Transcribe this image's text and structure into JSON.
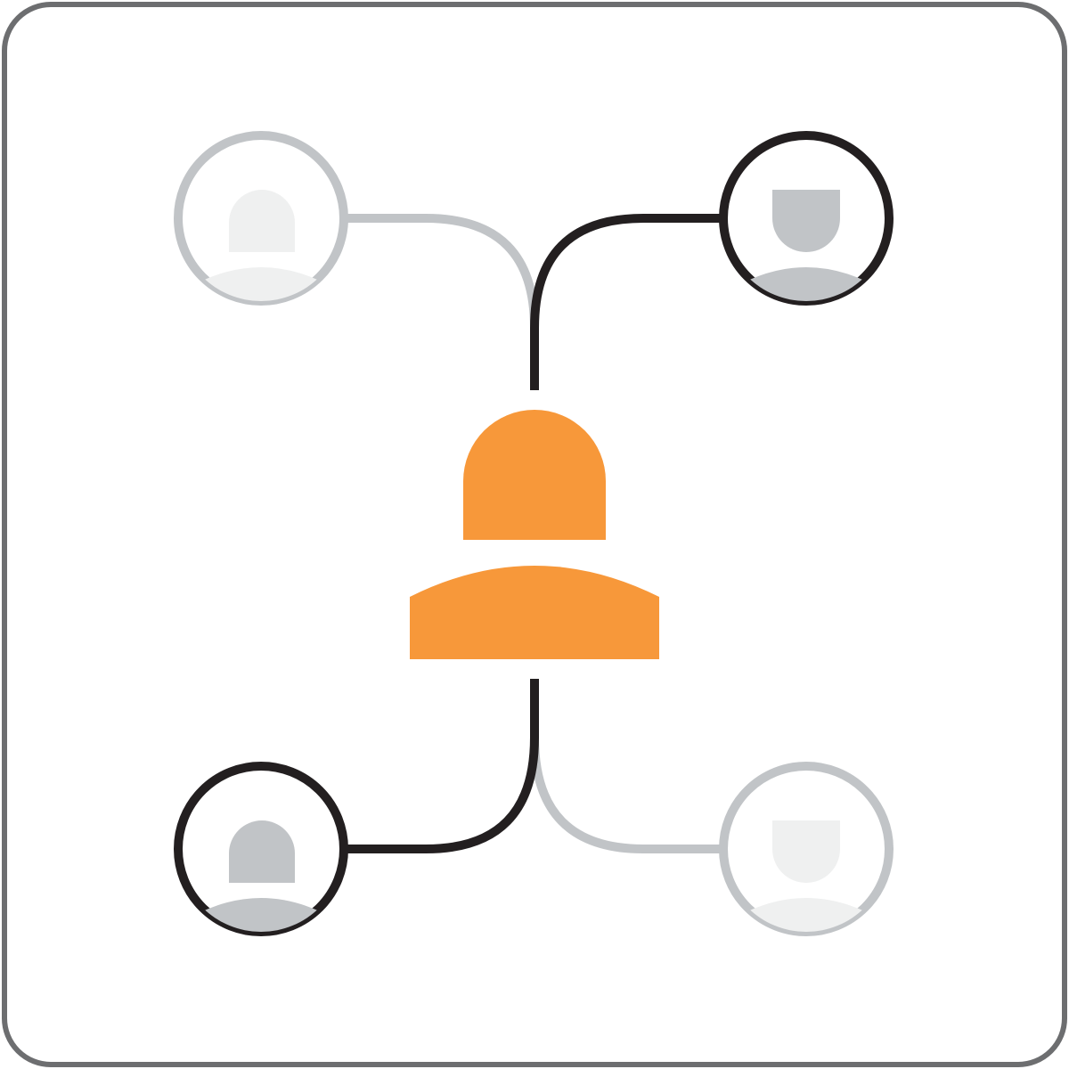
{
  "diagram": {
    "kind": "network-of-people",
    "center": {
      "icon": "person-icon",
      "color": "#F7983A"
    },
    "nodes": [
      {
        "id": "top-left",
        "icon": "person-icon",
        "state": "inactive",
        "ring_color": "#C1C4C7",
        "avatar_color": "#EFF0F0",
        "link_color": "#C1C4C7"
      },
      {
        "id": "top-right",
        "icon": "person-icon",
        "state": "active",
        "ring_color": "#231F20",
        "avatar_color": "#C1C4C7",
        "link_color": "#231F20"
      },
      {
        "id": "bottom-left",
        "icon": "person-icon",
        "state": "active",
        "ring_color": "#231F20",
        "avatar_color": "#C1C4C7",
        "link_color": "#231F20"
      },
      {
        "id": "bottom-right",
        "icon": "person-icon",
        "state": "inactive",
        "ring_color": "#C1C4C7",
        "avatar_color": "#EFF0F0",
        "link_color": "#C1C4C7"
      }
    ],
    "frame": {
      "border_color": "#6D6E70",
      "background": "#FFFFFF"
    }
  }
}
